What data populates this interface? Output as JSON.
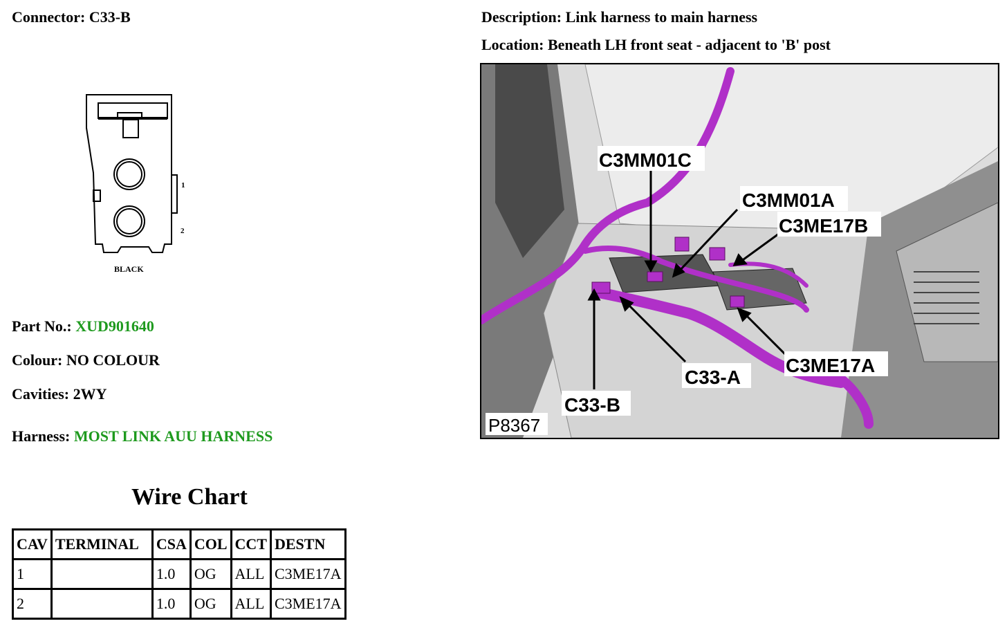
{
  "connector": {
    "label": "Connector:",
    "value": "C33-B"
  },
  "description": {
    "label": "Description:",
    "value": "Link harness to main harness"
  },
  "location": {
    "label": "Location:",
    "value": "Beneath LH front seat - adjacent to 'B' post"
  },
  "diagram": {
    "color_text": "BLACK",
    "pin_labels": [
      "1",
      "2"
    ]
  },
  "part": {
    "label": "Part No.:",
    "value": "XUD901640"
  },
  "colour": {
    "label": "Colour:",
    "value": "NO COLOUR"
  },
  "cavities": {
    "label": "Cavities:",
    "value": "2WY"
  },
  "harness": {
    "label": "Harness:",
    "value": "MOST LINK AUU HARNESS"
  },
  "wire_chart": {
    "title": "Wire Chart",
    "headers": [
      "CAV",
      "TERMINAL",
      "CSA",
      "COL",
      "CCT",
      "DESTN"
    ],
    "rows": [
      [
        "1",
        "",
        "1.0",
        "OG",
        "ALL",
        "C3ME17A"
      ],
      [
        "2",
        "",
        "1.0",
        "OG",
        "ALL",
        "C3ME17A"
      ]
    ]
  },
  "photo": {
    "ref": "P8367",
    "callouts": [
      "C3MM01C",
      "C3MM01A",
      "C3ME17B",
      "C3ME17A",
      "C33-A",
      "C33-B"
    ],
    "harness_color": "#b030c8"
  }
}
